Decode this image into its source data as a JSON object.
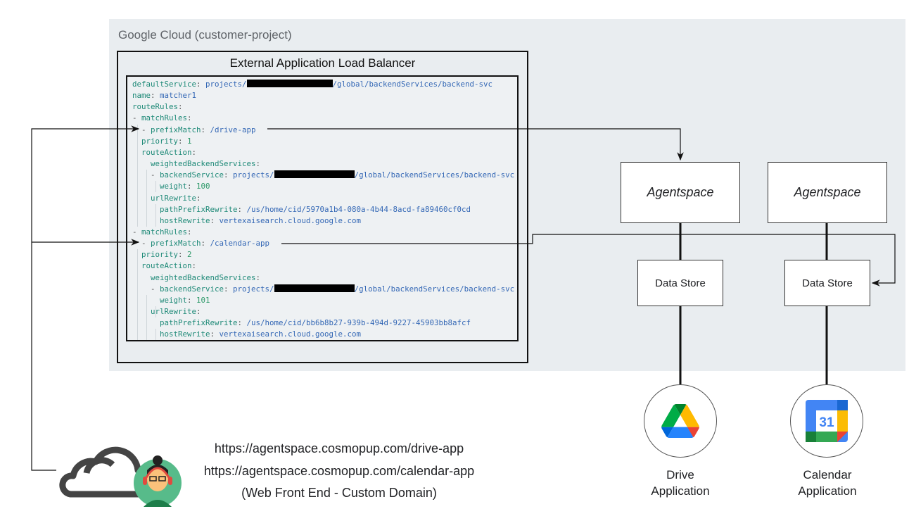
{
  "region": {
    "title": "Google Cloud (customer-project)",
    "background": "#e9edf0"
  },
  "load_balancer": {
    "title": "External Application Load Balancer",
    "code_lines": [
      {
        "indent": 0,
        "dash": false,
        "key": "defaultService",
        "value": "projects/",
        "redacted": true,
        "value_after": "/global/backendServices/backend-svc"
      },
      {
        "indent": 0,
        "dash": false,
        "key": "name",
        "value": "matcher1"
      },
      {
        "indent": 0,
        "dash": false,
        "key": "routeRules",
        "value": ""
      },
      {
        "indent": 0,
        "dash": true,
        "key": "matchRules",
        "value": ""
      },
      {
        "indent": 2,
        "dash": true,
        "key": "prefixMatch",
        "value": "/drive-app"
      },
      {
        "indent": 2,
        "dash": false,
        "key": "priority",
        "value": "1",
        "numeric": true
      },
      {
        "indent": 2,
        "dash": false,
        "key": "routeAction",
        "value": ""
      },
      {
        "indent": 4,
        "dash": false,
        "key": "weightedBackendServices",
        "value": ""
      },
      {
        "indent": 4,
        "dash": true,
        "key": "backendService",
        "value": "projects/",
        "redacted": true,
        "value_after": "/global/backendServices/backend-svc"
      },
      {
        "indent": 6,
        "dash": false,
        "key": "weight",
        "value": "100",
        "numeric": true
      },
      {
        "indent": 4,
        "dash": false,
        "key": "urlRewrite",
        "value": ""
      },
      {
        "indent": 6,
        "dash": false,
        "key": "pathPrefixRewrite",
        "value": "/us/home/cid/5970a1b4-080a-4b44-8acd-fa89460cf0cd"
      },
      {
        "indent": 6,
        "dash": false,
        "key": "hostRewrite",
        "value": "vertexaisearch.cloud.google.com"
      },
      {
        "indent": 0,
        "dash": true,
        "key": "matchRules",
        "value": ""
      },
      {
        "indent": 2,
        "dash": true,
        "key": "prefixMatch",
        "value": "/calendar-app"
      },
      {
        "indent": 2,
        "dash": false,
        "key": "priority",
        "value": "2",
        "numeric": true
      },
      {
        "indent": 2,
        "dash": false,
        "key": "routeAction",
        "value": ""
      },
      {
        "indent": 4,
        "dash": false,
        "key": "weightedBackendServices",
        "value": ""
      },
      {
        "indent": 4,
        "dash": true,
        "key": "backendService",
        "value": "projects/",
        "redacted": true,
        "value_after": "/global/backendServices/backend-svc"
      },
      {
        "indent": 6,
        "dash": false,
        "key": "weight",
        "value": "101",
        "numeric": true
      },
      {
        "indent": 4,
        "dash": false,
        "key": "urlRewrite",
        "value": ""
      },
      {
        "indent": 6,
        "dash": false,
        "key": "pathPrefixRewrite",
        "value": "/us/home/cid/bb6b8b27-939b-494d-9227-45903bb8afcf"
      },
      {
        "indent": 6,
        "dash": false,
        "key": "hostRewrite",
        "value": "vertexaisearch.cloud.google.com"
      }
    ]
  },
  "drive_column": {
    "agent_label": "Agentspace",
    "datastore_label": "Data Store",
    "app_label_line1": "Drive",
    "app_label_line2": "Application",
    "icon": "google-drive-icon"
  },
  "calendar_column": {
    "agent_label": "Agentspace",
    "datastore_label": "Data Store",
    "app_label_line1": "Calendar",
    "app_label_line2": "Application",
    "icon": "google-calendar-icon",
    "icon_text": "31"
  },
  "frontend": {
    "url_drive": "https://agentspace.cosmopup.com/drive-app",
    "url_calendar": "https://agentspace.cosmopup.com/calendar-app",
    "caption": "(Web Front End - Custom Domain)",
    "icons": [
      "cloud-icon",
      "user-avatar-icon"
    ]
  }
}
